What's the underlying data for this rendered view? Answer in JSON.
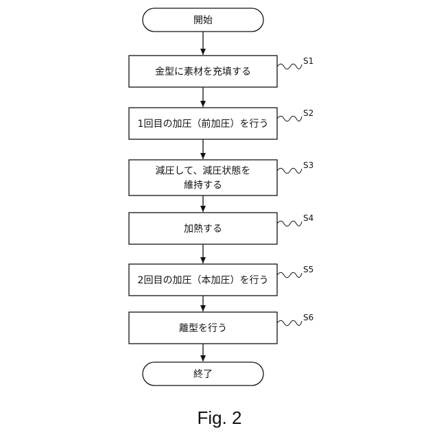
{
  "flowchart": {
    "start": "開始",
    "steps": [
      {
        "id": "S1",
        "lines": [
          "金型に素材を充填する"
        ]
      },
      {
        "id": "S2",
        "lines": [
          "1回目の加圧（前加圧）を行う"
        ]
      },
      {
        "id": "S3",
        "lines": [
          "減圧して、減圧状態を",
          "維持する"
        ]
      },
      {
        "id": "S4",
        "lines": [
          "加熱する"
        ]
      },
      {
        "id": "S5",
        "lines": [
          "2回目の加圧（本加圧）を行う"
        ]
      },
      {
        "id": "S6",
        "lines": [
          "離型を行う"
        ]
      }
    ],
    "end": "終了"
  },
  "caption": "Fig. 2"
}
